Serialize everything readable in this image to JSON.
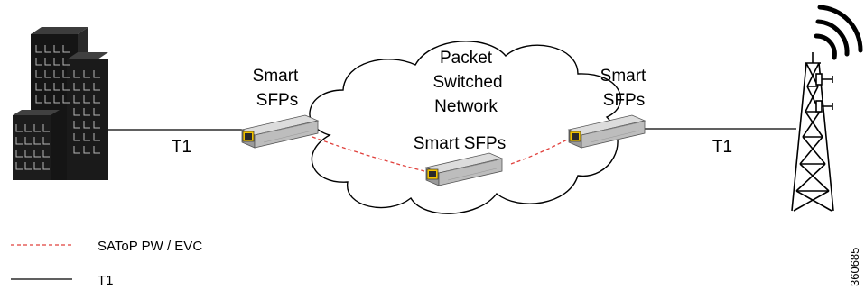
{
  "labels": {
    "smart_sfps_left_line1": "Smart",
    "smart_sfps_left_line2": "SFPs",
    "smart_sfps_right_line1": "Smart",
    "smart_sfps_right_line2": "SFPs",
    "smart_sfps_center": "Smart SFPs",
    "network_line1": "Packet",
    "network_line2": "Switched",
    "network_line3": "Network",
    "t1_left": "T1",
    "t1_right": "T1"
  },
  "legend": {
    "items": [
      {
        "label": "SAToP PW / EVC",
        "style": "dashed",
        "color": "#e0403c"
      },
      {
        "label": "T1",
        "style": "solid",
        "color": "#000000"
      }
    ]
  },
  "figure_id": "360685",
  "colors": {
    "pw_line": "#e0403c",
    "building": "#111111",
    "sfp_body": "#b9b9b9",
    "sfp_port": "#f2c200"
  },
  "icons": [
    "building-icon",
    "sfp-module-icon",
    "cloud-icon",
    "cell-tower-icon",
    "signal-waves-icon"
  ]
}
